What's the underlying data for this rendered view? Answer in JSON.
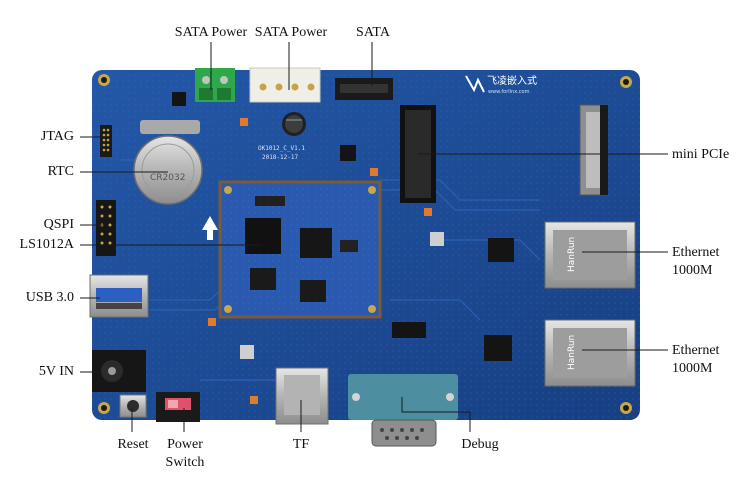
{
  "labels": {
    "sata_power_1": "SATA Power",
    "sata_power_2": "SATA Power",
    "sata": "SATA",
    "jtag": "JTAG",
    "rtc": "RTC",
    "qspi": "QSPI",
    "ls1012a": "LS1012A",
    "usb30": "USB 3.0",
    "v5in": "5V IN",
    "reset": "Reset",
    "power": "Power",
    "switch": "Switch",
    "tf": "TF",
    "debug": "Debug",
    "minipcie": "mini PCIe",
    "eth1_line1": "Ethernet",
    "eth1_line2": "1000M",
    "eth2_line1": "Ethernet",
    "eth2_line2": "1000M"
  },
  "board": {
    "logo_text": "飞凌嵌入式",
    "logo_url": "www.forlinx.com",
    "silk_model": "OK1012_C_V1.1",
    "silk_date": "2018-12-17",
    "battery_text": "CR2032",
    "rj45_brand": "HanRun"
  },
  "colors": {
    "pcb": "#1d4f9c",
    "pcb_dark": "#153b78",
    "label_text": "#111111",
    "leader_line": "#222222"
  }
}
